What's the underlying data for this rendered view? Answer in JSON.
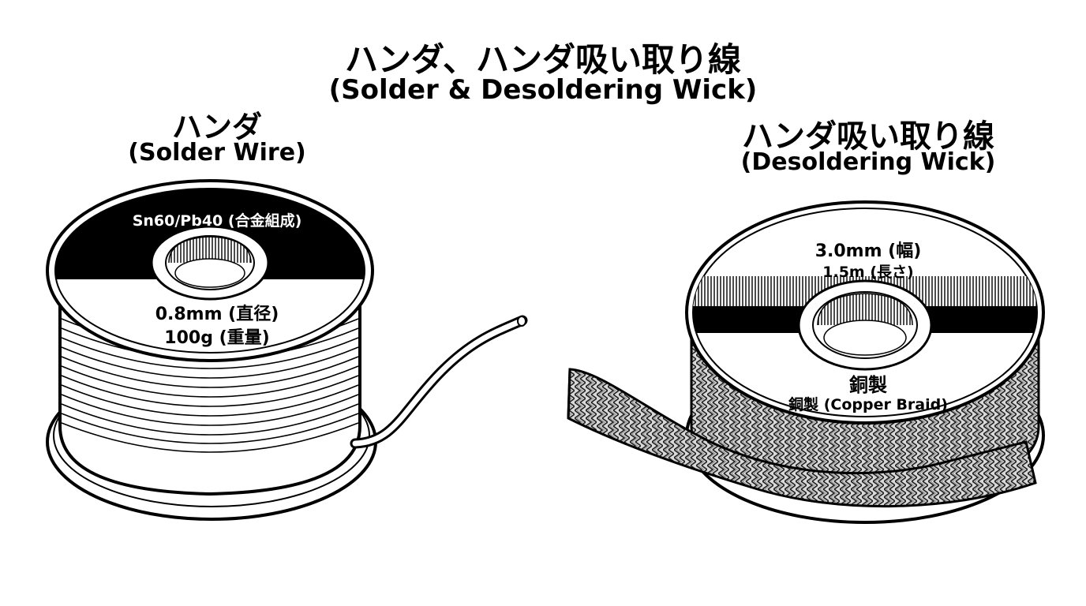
{
  "title": {
    "jp": "ハンダ、ハンダ吸い取り線",
    "en": "(Solder & Desoldering Wick)"
  },
  "solder": {
    "title_jp": "ハンダ",
    "title_en": "(Solder Wire)",
    "alloy_label": "Sn60/Pb40 (合金組成)",
    "diameter_label": "0.8mm (直径)",
    "weight_label": "100g (重量)"
  },
  "wick": {
    "title_jp": "ハンダ吸い取り線",
    "title_en": "(Desoldering Wick)",
    "width_label": "3.0mm (幅)",
    "length_label": "1.5m (長さ)",
    "material_jp": "銅製",
    "material_en": "銅製 (Copper Braid)"
  }
}
